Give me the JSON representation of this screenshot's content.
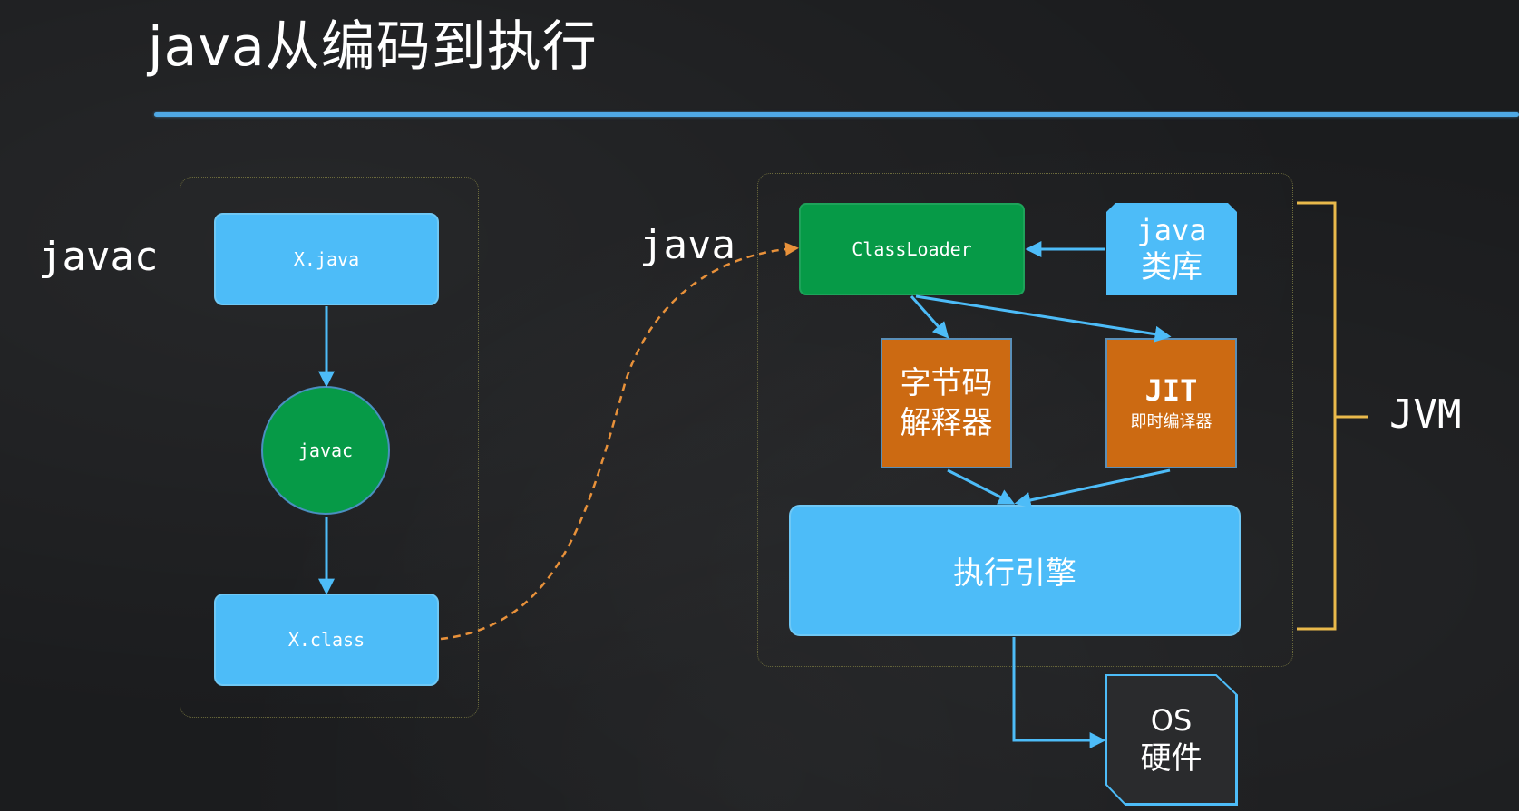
{
  "title": "java从编码到执行",
  "labels": {
    "javac_side": "javac",
    "java_side": "java",
    "jvm": "JVM"
  },
  "nodes": {
    "x_java": "X.java",
    "javac_circle": "javac",
    "x_class": "X.class",
    "classloader": "ClassLoader",
    "java_lib_line1": "java",
    "java_lib_line2": "类库",
    "interpreter_line1": "字节码",
    "interpreter_line2": "解释器",
    "jit_line1": "JIT",
    "jit_line2": "即时编译器",
    "engine": "执行引擎",
    "os_line1": "OS",
    "os_line2": "硬件"
  },
  "colors": {
    "accent_blue": "#4dbcf8",
    "green": "#069a47",
    "orange": "#cc6a12",
    "dashed_orange": "#e8913a",
    "bracket": "#e9b94b"
  }
}
